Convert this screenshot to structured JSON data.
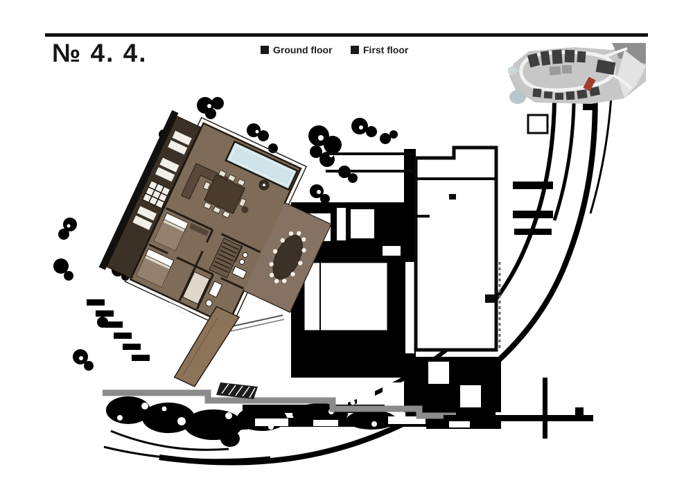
{
  "header": {
    "title": "№ 4. 4.",
    "legend": [
      {
        "label": "Ground floor"
      },
      {
        "label": "First floor"
      }
    ]
  },
  "minimap": {
    "description": "aerial overview of the development with the plot highlighted in red",
    "highlight_color": "#a23d2e"
  },
  "site_plan": {
    "villa": {
      "rotation_deg": 25,
      "features": [
        "pool",
        "sun-deck",
        "living-dining-room",
        "oval-lounge",
        "bedrooms",
        "bathrooms",
        "stairs",
        "driveway"
      ]
    },
    "surroundings": [
      "trees",
      "neighbor-buildings",
      "curved-roads",
      "contour-lines",
      "survey-cross"
    ]
  },
  "colors": {
    "ink": "#0a0a0a",
    "floor": "#7e6c59",
    "pool": "#cfe3e8",
    "deck": "#3b3127",
    "driveway": "#8c7459",
    "road-gray": "#8b8b8b",
    "map-bg": "#c7c7c7",
    "map-building": "#3e3e3e",
    "map-red": "#a23d2e"
  }
}
